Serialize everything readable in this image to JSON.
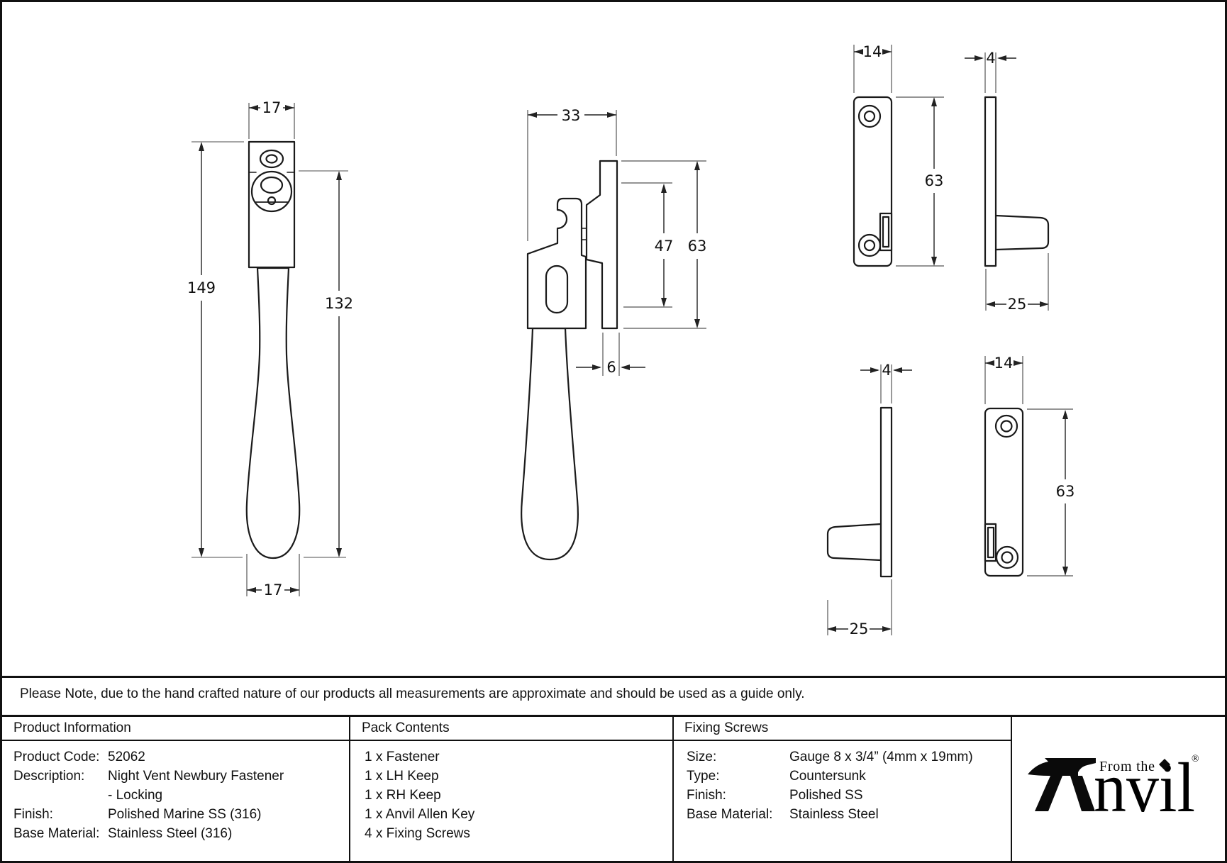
{
  "page": {
    "note": "Please Note, due to the hand crafted nature of our products all measurements are approximate and should be used as a guide only."
  },
  "dims": {
    "front_width_top": "17",
    "front_height": "149",
    "front_handle_height": "132",
    "front_width_bottom": "17",
    "side_width": "33",
    "side_inner_height": "47",
    "side_height": "63",
    "side_plate_thickness": "6",
    "keep_lh_width": "14",
    "keep_lh_height": "63",
    "keep_lh_thickness": "4",
    "keep_lh_depth": "25",
    "keep_rh_thickness": "4",
    "keep_rh_depth": "25",
    "keep_rh_width": "14",
    "keep_rh_height": "63"
  },
  "table": {
    "product_info": {
      "header": "Product Information",
      "rows": [
        {
          "label": "Product Code:",
          "value": "52062"
        },
        {
          "label": "Description:",
          "value": "Night Vent Newbury Fastener"
        },
        {
          "label": "",
          "value": "- Locking"
        },
        {
          "label": "Finish:",
          "value": "Polished Marine SS (316)"
        },
        {
          "label": "Base Material:",
          "value": "Stainless Steel (316)"
        }
      ]
    },
    "pack_contents": {
      "header": "Pack Contents",
      "items": [
        "1 x Fastener",
        "1 x LH Keep",
        "1 x RH Keep",
        "1 x Anvil Allen Key",
        "4 x Fixing Screws"
      ]
    },
    "fixing_screws": {
      "header": "Fixing Screws",
      "rows": [
        {
          "label": "Size:",
          "value": "Gauge 8 x 3/4” (4mm x 19mm)"
        },
        {
          "label": "Type:",
          "value": "Countersunk"
        },
        {
          "label": "Finish:",
          "value": "Polished SS"
        },
        {
          "label": "Base Material:",
          "value": "Stainless Steel"
        }
      ]
    }
  },
  "logo": {
    "tagline": "From the",
    "brand_rest": "nvil",
    "registered": "®"
  }
}
